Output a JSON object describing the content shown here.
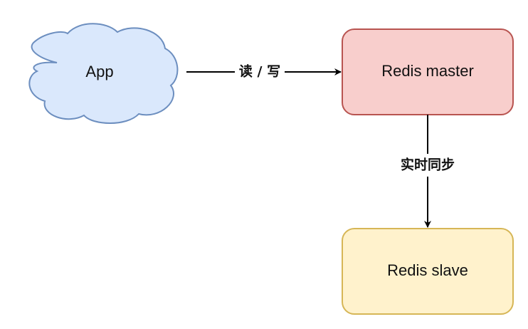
{
  "nodes": {
    "app": {
      "label": "App",
      "shape": "cloud",
      "fill": "#dae8fc",
      "stroke": "#6c8ebf"
    },
    "master": {
      "label": "Redis master",
      "shape": "rounded-rectangle",
      "fill": "#f8cecc",
      "stroke": "#b85450"
    },
    "slave": {
      "label": "Redis slave",
      "shape": "rounded-rectangle",
      "fill": "#fff2cc",
      "stroke": "#d6b656"
    }
  },
  "edges": {
    "app_to_master": {
      "label": "读 / 写",
      "from": "app",
      "to": "master"
    },
    "master_to_slave": {
      "label": "实时同步",
      "from": "master",
      "to": "slave"
    }
  },
  "colors": {
    "edge": "#000000",
    "text": "#111111",
    "background": "#ffffff"
  }
}
